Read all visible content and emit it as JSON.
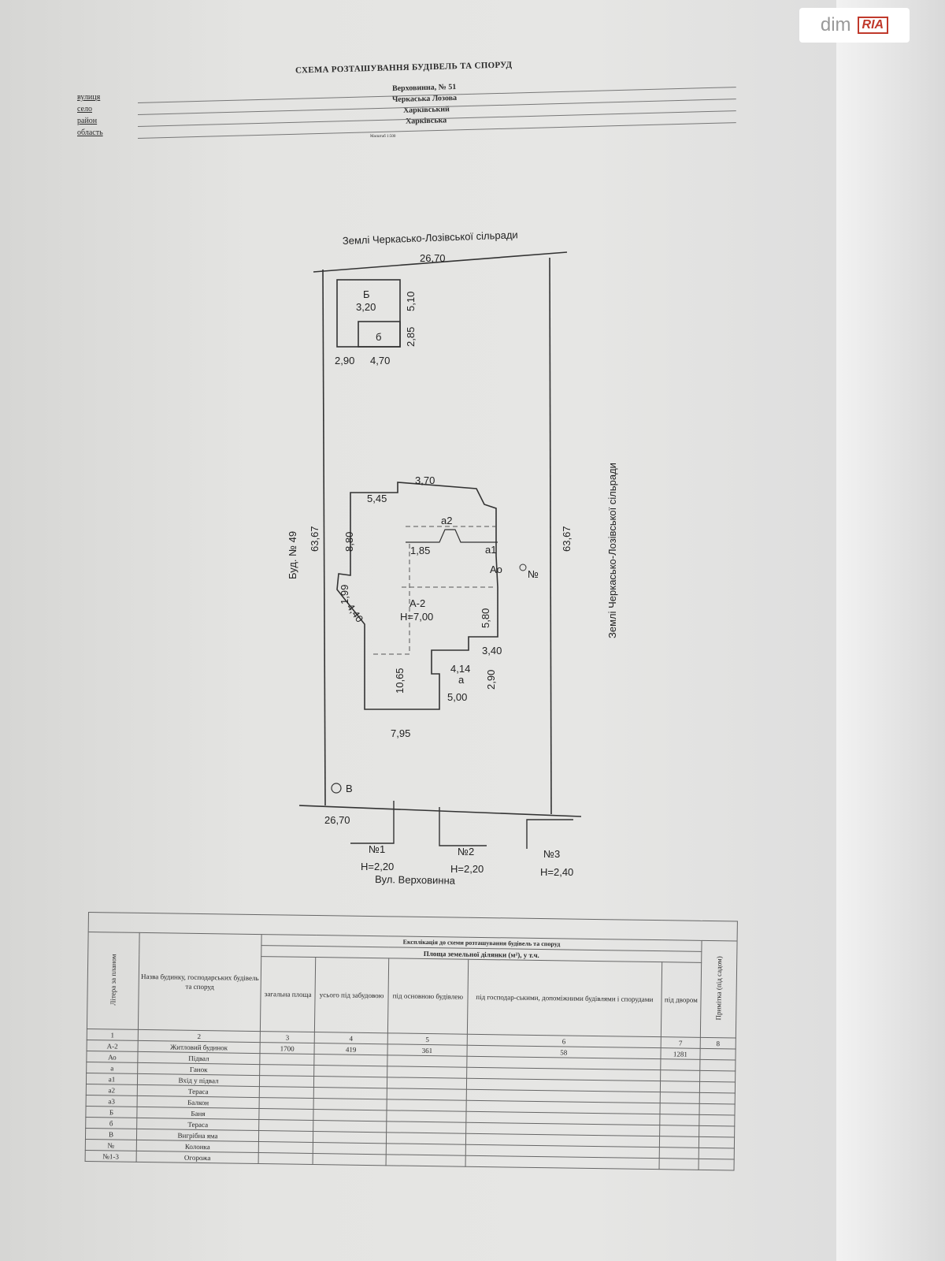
{
  "logo": {
    "dim": "dim",
    "ria": "RIA"
  },
  "header": {
    "title": "СХЕМА РОЗТАШУВАННЯ БУДІВЕЛЬ ТА СПОРУД",
    "fields": [
      {
        "label": "вулиця",
        "value": "Верховинна, № 51"
      },
      {
        "label": "село",
        "value": "Черкаська Лозова"
      },
      {
        "label": "район",
        "value": "Харківський"
      },
      {
        "label": "область",
        "value": "Харківська"
      }
    ],
    "scale": "Масштаб 1:500"
  },
  "plan": {
    "top_neighbor": "Землі Черкасько-Лозівської сільради",
    "right_neighbor": "Землі Черкасько-Лозівської сільради",
    "left_neighbor": "Буд. № 49",
    "street": "Вул. Верховинна",
    "top_width": "26,70",
    "bottom_width": "26,70",
    "left_length": "63,67",
    "right_length": "63,67",
    "bath": {
      "label": "Б",
      "d1": "3,20",
      "d2": "5,10",
      "d3": "2,85",
      "d4": "2,90",
      "d5": "4,70",
      "sub": "б"
    },
    "house": {
      "label": "А-2",
      "height": "Н=7,00",
      "d_545": "5,45",
      "d_370": "3,70",
      "d_a2": "а2",
      "d_185": "1,85",
      "d_a1": "а1",
      "d_ao": "Ао",
      "d_880": "8,80",
      "d_199": "1,99",
      "d_440": "4,40",
      "d_1065": "10,65",
      "d_795": "7,95",
      "d_580": "5,80",
      "d_340": "3,40",
      "d_414": "4,14",
      "d_a": "а",
      "d_290": "2,90",
      "d_500": "5,00",
      "well": "№"
    },
    "cesspool": "В",
    "fences": [
      {
        "label": "№1",
        "h": "Н=2,20"
      },
      {
        "label": "№2",
        "h": "Н=2,20"
      },
      {
        "label": "№3",
        "h": "Н=2,40"
      }
    ]
  },
  "table": {
    "caption": "Експлікація до схеми розташування будівель та споруд",
    "area_header": "Площа земельної ділянки (м²), у т.ч.",
    "headers": [
      "Літера за планом",
      "Назва будинку, господарських будівель та споруд",
      "загальна площа",
      "усього під забудовою",
      "під основною будівлею",
      "під господар-ськими, допоміжними будівлями і спорудами",
      "під двором",
      "Примітка (під садом)"
    ],
    "numbers": [
      "1",
      "2",
      "3",
      "4",
      "5",
      "6",
      "7",
      "8"
    ],
    "rows": [
      {
        "letter": "А-2",
        "name": "Житловий будинок",
        "total": "1700",
        "built": "419",
        "main": "361",
        "aux": "58",
        "yard": "1281"
      },
      {
        "letter": "Ао",
        "name": "Підвал"
      },
      {
        "letter": "а",
        "name": "Ганок"
      },
      {
        "letter": "а1",
        "name": "Вхід у підвал"
      },
      {
        "letter": "а2",
        "name": "Тераса"
      },
      {
        "letter": "а3",
        "name": "Балкон"
      },
      {
        "letter": "Б",
        "name": "Баня"
      },
      {
        "letter": "б",
        "name": "Тераса"
      },
      {
        "letter": "В",
        "name": "Вигрібна яма"
      },
      {
        "letter": "№",
        "name": "Колонка"
      },
      {
        "letter": "№1-3",
        "name": "Огорожа"
      }
    ]
  }
}
